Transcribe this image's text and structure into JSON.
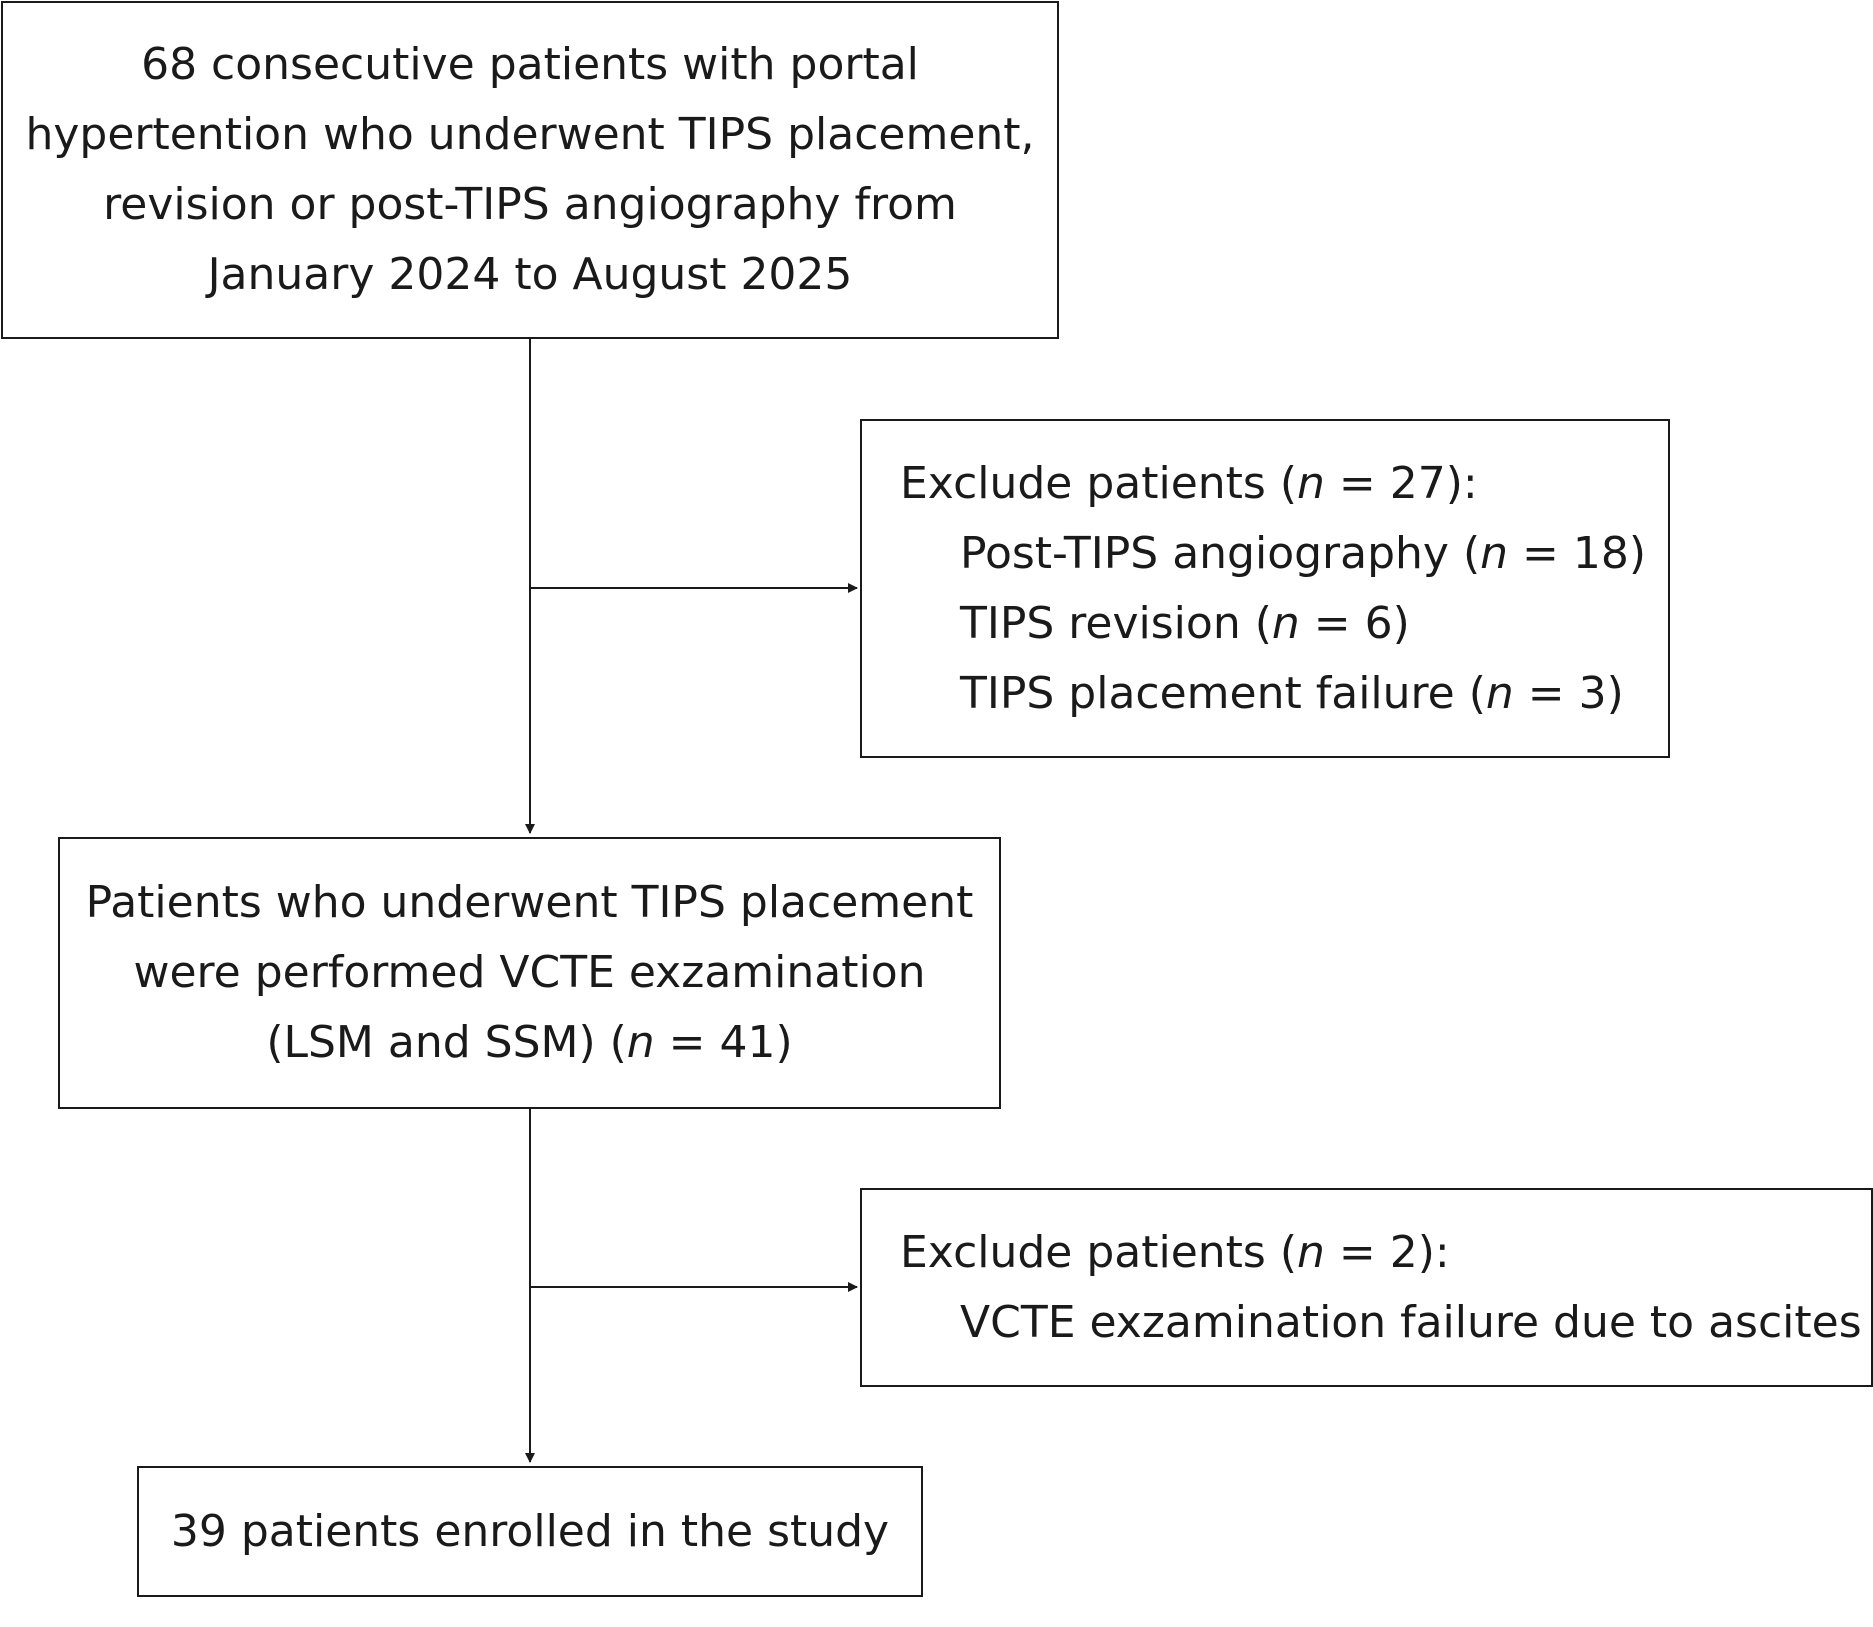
{
  "flowchart": {
    "start": {
      "lines": [
        "68 consecutive patients with portal",
        "hypertention who underwent TIPS placement,",
        "revision or post-TIPS angiography from",
        "January 2024 to August 2025"
      ]
    },
    "exclusion_1": {
      "heading": {
        "prefix": "Exclude patients (",
        "n": "n",
        "suffix": " = 27):"
      },
      "items": [
        {
          "prefix": "Post-TIPS angiography (",
          "n": "n",
          "suffix": " = 18)"
        },
        {
          "prefix": "TIPS revision (",
          "n": "n",
          "suffix": " = 6)"
        },
        {
          "prefix": "TIPS placement failure (",
          "n": "n",
          "suffix": " = 3)"
        }
      ]
    },
    "vcte": {
      "lines": [
        "Patients who underwent TIPS placement",
        "were performed VCTE exzamination"
      ],
      "last_line": {
        "prefix": "(LSM and SSM) (",
        "n": "n",
        "suffix": " = 41)"
      }
    },
    "exclusion_2": {
      "heading": {
        "prefix": "Exclude patients (",
        "n": "n",
        "suffix": " = 2):"
      },
      "items": [
        {
          "text": "VCTE exzamination failure due to ascites"
        }
      ]
    },
    "final": {
      "text": "39 patients enrolled in the study"
    }
  }
}
